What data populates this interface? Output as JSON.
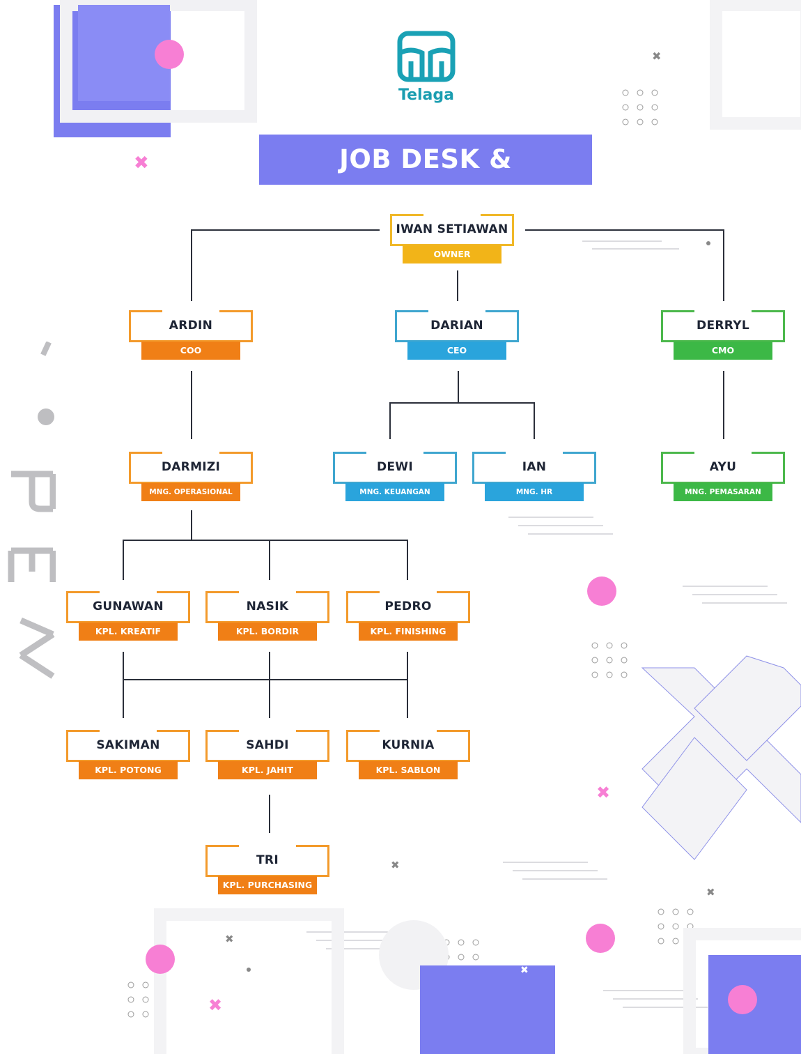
{
  "brand": {
    "name": "Telaga",
    "logo_icon": "telaga-logo-icon"
  },
  "title": "JOB DESK & AUTHORITY",
  "colors": {
    "banner": "#7b7df0",
    "orange": "#f07f16",
    "blue": "#2aa4dc",
    "green": "#3cb846",
    "yellow": "#f2b418",
    "pink": "#f77fd4"
  },
  "nodes": {
    "iwan": {
      "name": "IWAN SETIAWAN",
      "role": "OWNER"
    },
    "ardin": {
      "name": "ARDIN",
      "role": "COO"
    },
    "darian": {
      "name": "DARIAN",
      "role": "CEO"
    },
    "derryl": {
      "name": "DERRYL",
      "role": "CMO"
    },
    "darmizi": {
      "name": "DARMIZI",
      "role": "MNG. OPERASIONAL"
    },
    "dewi": {
      "name": "DEWI",
      "role": "MNG. KEUANGAN"
    },
    "ian": {
      "name": "IAN",
      "role": "MNG. HR"
    },
    "ayu": {
      "name": "AYU",
      "role": "MNG. PEMASARAN"
    },
    "gunawan": {
      "name": "GUNAWAN",
      "role": "KPL. KREATIF"
    },
    "nasik": {
      "name": "NASIK",
      "role": "KPL. BORDIR"
    },
    "pedro": {
      "name": "PEDRO",
      "role": "KPL. FINISHING"
    },
    "sakiman": {
      "name": "SAKIMAN",
      "role": "KPL. POTONG"
    },
    "sahdi": {
      "name": "SAHDI",
      "role": "KPL. JAHIT"
    },
    "kurnia": {
      "name": "KURNIA",
      "role": "KPL. SABLON"
    },
    "tri": {
      "name": "TRI",
      "role": "KPL. PURCHASING"
    }
  }
}
